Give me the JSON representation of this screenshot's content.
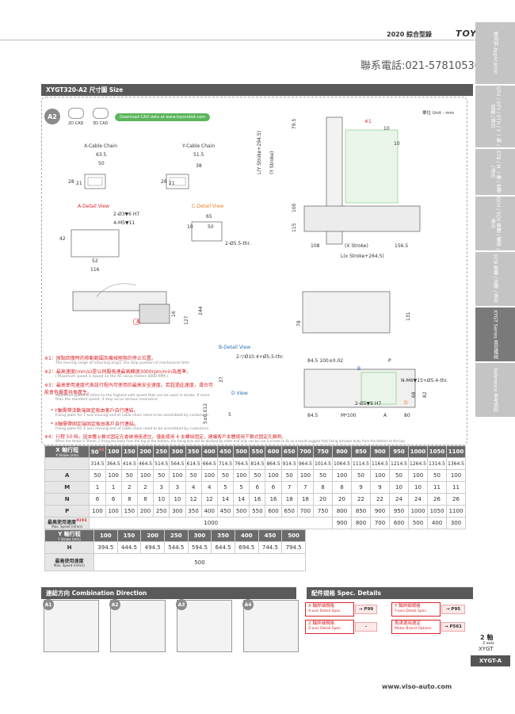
{
  "header": {
    "catalog": "2020 綜合型錄",
    "logo": "TOYO",
    "phone": "聯系電話:021-57810530"
  },
  "side_tabs": [
    {
      "label": "應用例 Application"
    },
    {
      "label": "GTH / GTY / ETH / Y 一軸 / 直線 / 滑台"
    },
    {
      "label": "ETB / M 一軸 / 皮帶 / 滑台"
    },
    {
      "label": "GCH / ECH 無塵 / 螺桿 / 滑台"
    },
    {
      "label": "ECB 無塵 / 皮帶 / 滑台"
    },
    {
      "label": "XYGT Series 直交模組"
    },
    {
      "label": "Reference 參考資料"
    }
  ],
  "section": {
    "title": "XYGT320-A2 尺寸圖 Size",
    "badge": "A2",
    "cad_2d": "2D CAD",
    "cad_3d": "3D CAD",
    "download": "Download CAD data at www.toyorobot.com",
    "unit": "單位 Unit : mm"
  },
  "drawing": {
    "x_cable": "X-Cable Chain",
    "y_cable": "Y-Cable Chain",
    "x_dims": [
      "63.5",
      "50",
      "28",
      "21"
    ],
    "y_dims": [
      "51.5",
      "38",
      "28",
      "21"
    ],
    "a_detail": "A-Detail View",
    "c_detail": "C-Detail View",
    "b_detail": "B-Detail View",
    "d_view": "D View",
    "a_holes1": "2-Ø3▼6 H7",
    "a_holes2": "4-M5▼11",
    "a_dims": [
      "42",
      "52",
      "116"
    ],
    "c_dims": [
      "65",
      "10",
      "50",
      "2-Ø5.5-thr."
    ],
    "side_labels": [
      "L(Y Stroke+294.5)",
      "(Y Stroke)",
      "79.5",
      "100",
      "115"
    ],
    "x_stroke": "(X Stroke)",
    "x_len": "L(x Stroke+264.5)",
    "x_dims2": [
      "108",
      "156.5"
    ],
    "mark1": "※1",
    "ten1": "10",
    "ten2": "10",
    "front_dims": [
      "127",
      "244",
      "16",
      "78",
      "131"
    ],
    "a_mark": "A",
    "b_note": "2-▽Ø10.4+Ø5.5-thr.",
    "d_dims": [
      "37",
      "5±0.012",
      "5"
    ],
    "r_dims": [
      "84.5 100±0.02",
      "P",
      "N-M6▼15+Ø5.4-thr.",
      "2-Ø5▼9 H7",
      "84.5",
      "M*100",
      "A",
      "80",
      "68",
      "82"
    ],
    "b_mark": "B",
    "d_mark": "D"
  },
  "notes": [
    {
      "mark": "※1：",
      "text": "原點回復時的移動範圍及機械極限的停止位置。",
      "en": "The moving range of returning origin, the stop position of mechanical limit."
    },
    {
      "mark": "※2：",
      "text": "最高速度(mm/s)是以伺服馬達最高轉速3000rpm/min為基準。",
      "en": "( Maximum speed is based on the AC servo motors 3000 RPM )"
    },
    {
      "mark": "※3：",
      "text": "最高使用速度代表該行程內可使用的最高安全速度。若超過此速度，滑台可能會有嚴重共振產生。",
      "en": "Maximum speed is refers to the highest safe speed that can be used in stroke. If more than the standard speed, it may occur serious resonance."
    },
    {
      "mark": "* Y",
      "text": "軸需帶活動端固定板由客戶自行連結。",
      "en": "Fixing plate for Y axis moving end of cable chain need to be assembled by customers."
    },
    {
      "mark": "* X",
      "text": "軸需帶固定端固定板由客戶自行連結。",
      "en": "Fixing plate for X axis moving end of cable chain need to be assembled by customers."
    },
    {
      "mark": "※4：",
      "text": "行程 50 時，因本體上鎖式固定孔會被滑座遮住，僅能使用 4 支螺絲固定，建議客戶本體使用下鎖式固定孔鎖附。",
      "en": "When the stroke is 50mm, 2 fixing the body from the top to the bottom, the fixing hole will be blocked by slider and only can be use 4 screws to fix so a result suggest that fixing actuator body from the bottom to the top."
    }
  ],
  "x_table": {
    "header": "X 軸行程",
    "header_sub": "X Stroke (mm)",
    "strokes": [
      "50",
      "100",
      "150",
      "200",
      "250",
      "300",
      "350",
      "400",
      "450",
      "500",
      "550",
      "600",
      "650",
      "700",
      "750",
      "800",
      "850",
      "900",
      "950",
      "1000",
      "1050",
      "1100"
    ],
    "stroke_mark": "※4",
    "rows": [
      {
        "label": "",
        "values": [
          "314.5",
          "364.5",
          "414.5",
          "464.5",
          "514.5",
          "564.5",
          "614.5",
          "664.5",
          "714.5",
          "764.5",
          "814.5",
          "864.5",
          "914.5",
          "964.5",
          "1014.5",
          "1064.5",
          "1114.5",
          "1164.5",
          "1214.5",
          "1264.5",
          "1314.5",
          "1364.5"
        ]
      },
      {
        "label": "A",
        "values": [
          "50",
          "100",
          "50",
          "100",
          "50",
          "100",
          "50",
          "100",
          "50",
          "100",
          "50",
          "100",
          "50",
          "100",
          "50",
          "100",
          "50",
          "100",
          "50",
          "100",
          "50",
          "100"
        ]
      },
      {
        "label": "M",
        "values": [
          "1",
          "1",
          "2",
          "2",
          "3",
          "3",
          "4",
          "4",
          "5",
          "5",
          "6",
          "6",
          "7",
          "7",
          "8",
          "8",
          "9",
          "9",
          "10",
          "10",
          "11",
          "11"
        ]
      },
      {
        "label": "N",
        "values": [
          "6",
          "6",
          "8",
          "8",
          "10",
          "10",
          "12",
          "12",
          "14",
          "14",
          "16",
          "16",
          "18",
          "18",
          "20",
          "20",
          "22",
          "22",
          "24",
          "24",
          "26",
          "26"
        ]
      },
      {
        "label": "P",
        "values": [
          "100",
          "100",
          "150",
          "200",
          "250",
          "300",
          "350",
          "400",
          "450",
          "500",
          "550",
          "600",
          "650",
          "700",
          "750",
          "800",
          "850",
          "900",
          "950",
          "1000",
          "1050",
          "1100"
        ]
      }
    ],
    "speed_label": "最高使用速度",
    "speed_mark": "※2※3",
    "speed_sub": "Max. Speed (mm/s)",
    "speed_main": "1000",
    "speed_tail": [
      "900",
      "800",
      "700",
      "600",
      "500",
      "400",
      "300"
    ]
  },
  "y_table": {
    "header": "Y 軸行程",
    "header_sub": "Y Stroke (mm)",
    "strokes": [
      "100",
      "150",
      "200",
      "250",
      "300",
      "350",
      "400",
      "450",
      "500"
    ],
    "h_label": "H",
    "h_values": [
      "394.5",
      "444.5",
      "494.5",
      "544.5",
      "594.5",
      "644.5",
      "694.5",
      "744.5",
      "794.5"
    ],
    "speed_label": "最高使用速度",
    "speed_sub": "Max. Speed (mm/s)",
    "speed_value": "500"
  },
  "combination": {
    "title": "連結方向 Combination Direction",
    "items": [
      "A1",
      "A2",
      "A3",
      "A4"
    ]
  },
  "accessory": {
    "title": "配件規格 Spec. Details",
    "items": [
      {
        "zh": "X 軸詳細規格",
        "en": "X-axis Detail Spec.",
        "ref": "→ P99"
      },
      {
        "zh": "Y 軸詳細規格",
        "en": "Y-axis Detail Spec.",
        "ref": "→ P95"
      },
      {
        "zh": "Z 軸詳細規格",
        "en": "Z-axis Detail Spec.",
        "ref": "-"
      },
      {
        "zh": "馬達選用選定",
        "en": "Motor Brand Options",
        "ref": "→ P561"
      }
    ]
  },
  "footer": {
    "axis": "2 軸",
    "axis_en": "2 axis",
    "series": "XYGT",
    "tag": "XYGT-A",
    "url": "www.viso-auto.com"
  }
}
